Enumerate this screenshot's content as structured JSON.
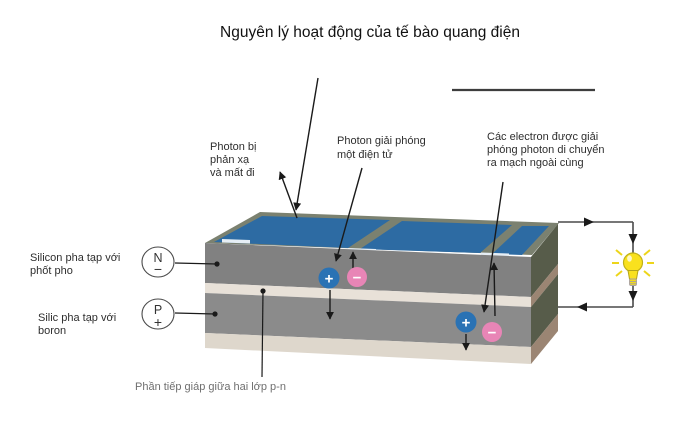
{
  "title": "Nguyên lý hoạt động của tế bào quang điện",
  "annotations": {
    "photon_reflected": [
      "Photon bị",
      "phản xạ",
      "và mất đi"
    ],
    "photon_release": [
      "Photon giải phóng",
      "một điện tử"
    ],
    "electron_flow": [
      "Các electron được giải",
      "phóng photon di chuyển",
      "ra mạch ngoài cùng"
    ],
    "n_doping": [
      "Silicon pha tạp với",
      "phốt pho"
    ],
    "p_doping": [
      "Silic pha tạp với",
      "boron"
    ],
    "junction": "Phần tiếp giáp giữa hai lớp p-n"
  },
  "badges": {
    "n": {
      "symbol": "N",
      "charge": "−"
    },
    "p": {
      "symbol": "P",
      "charge": "+"
    }
  },
  "particles": {
    "plus": "+",
    "minus": "−"
  },
  "colors": {
    "cell_top": "#2d6ba3",
    "grid_frame": "#7b8170",
    "electrode_pad": "#e6eef5",
    "n_layer_front": "#818181",
    "junction_front": "#e8e1d8",
    "p_layer_front": "#8b8b8b",
    "base_front": "#ded7cc",
    "side_dark": "#575c4a",
    "side_brown": "#9b8573",
    "positive": "#2a72b4",
    "negative": "#e885b6",
    "bulb": "#f9e11e",
    "wire": "#4a4a4a"
  }
}
